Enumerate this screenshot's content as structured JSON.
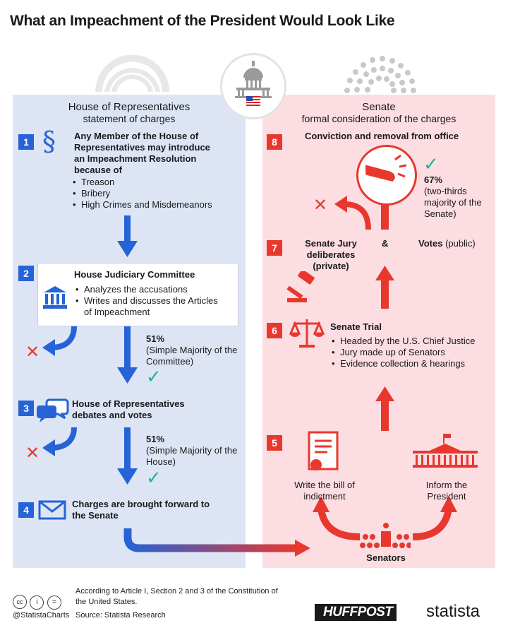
{
  "title": "What an Impeachment of the President Would Look Like",
  "house": {
    "header": "House of Representatives",
    "subheader": "statement of charges",
    "step1": {
      "num": "1",
      "text": "Any Member of the House of Representatives may introduce an Impeachment Resolution because of",
      "bullets": [
        "Treason",
        "Bribery",
        "High Crimes and Misdemeanors"
      ]
    },
    "step2": {
      "num": "2",
      "title": "House Judiciary Committee",
      "bullets": [
        "Analyzes the accusations",
        "Writes and discusses the Articles of Impeachment"
      ]
    },
    "vote1": {
      "pct": "51%",
      "desc": "(Simple Majority of the Committee)"
    },
    "step3": {
      "num": "3",
      "text": "House of Representatives debates and votes"
    },
    "vote2": {
      "pct": "51%",
      "desc": "(Simple Majority of the House)"
    },
    "step4": {
      "num": "4",
      "text": "Charges are brought forward to the Senate"
    }
  },
  "senate": {
    "header": "Senate",
    "subheader": "formal consideration of the charges",
    "step8": {
      "num": "8",
      "text": "Conviction and removal from office"
    },
    "vote": {
      "pct": "67%",
      "desc": "(two-thirds majority of the Senate)"
    },
    "step7": {
      "num": "7",
      "jury": "Senate Jury deliberates",
      "jury_note": "(private)",
      "amp": "&",
      "votes": "Votes",
      "votes_note": "(public)"
    },
    "step6": {
      "num": "6",
      "title": "Senate Trial",
      "bullets": [
        "Headed by the U.S. Chief Justice",
        "Jury made up of Senators",
        "Evidence collection & hearings"
      ]
    },
    "step5": {
      "num": "5",
      "left": "Write the bill of indictment",
      "right": "Inform the President",
      "bottom": "Senators"
    }
  },
  "footer": {
    "note": "According to Article I, Section 2 and 3 of the Constitution of the United States.",
    "source": "Source: Statista Research",
    "handle": "@StatistaCharts",
    "brand1": "HUFFPOST",
    "brand2": "statista"
  },
  "colors": {
    "blue": "#2563d6",
    "red": "#e8382e",
    "green": "#1fb59a",
    "panel_blue": "#dde5f5",
    "panel_red": "#fbdde2"
  }
}
